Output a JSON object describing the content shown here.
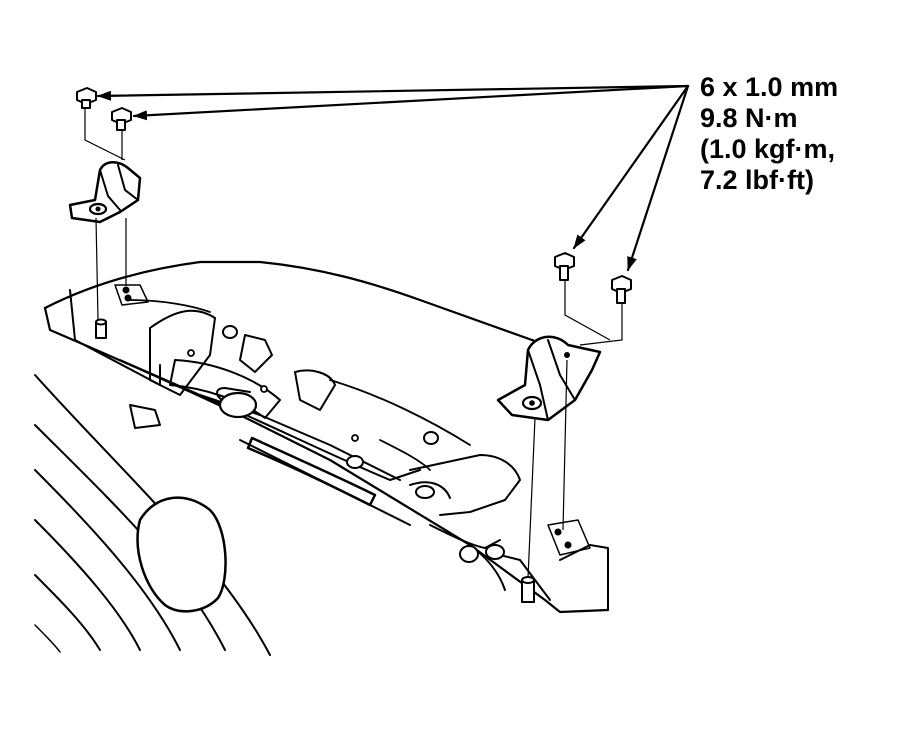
{
  "callout": {
    "size": "6 x 1.0 mm",
    "torque_nm": "9.8 N·m",
    "torque_kgfm": "(1.0 kgf·m,",
    "torque_lbfft": "7.2 lbf·ft)"
  },
  "colors": {
    "ink": "#000000",
    "background": "#ffffff"
  }
}
